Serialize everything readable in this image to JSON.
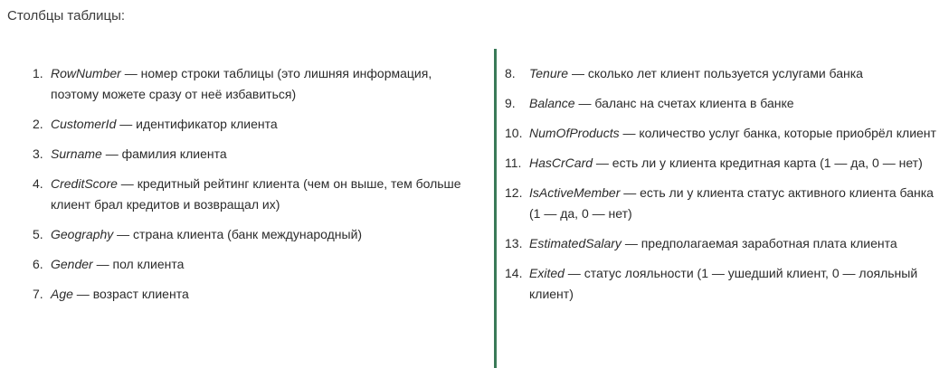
{
  "heading": "Столбцы таблицы:",
  "left_items": [
    {
      "num": "1.",
      "term": "RowNumber",
      "desc": " — номер строки таблицы (это лишняя информация, поэтому можете сразу от неё избавиться)"
    },
    {
      "num": "2.",
      "term": "CustomerId",
      "desc": " — идентификатор клиента"
    },
    {
      "num": "3.",
      "term": "Surname",
      "desc": " — фамилия клиента"
    },
    {
      "num": "4.",
      "term": "CreditScore",
      "desc": " — кредитный рейтинг клиента (чем он выше, тем больше клиент брал кредитов и возвращал их)"
    },
    {
      "num": "5.",
      "term": "Geography",
      "desc": " — страна клиента (банк международный)"
    },
    {
      "num": "6.",
      "term": "Gender",
      "desc": " — пол клиента"
    },
    {
      "num": "7.",
      "term": "Age",
      "desc": " — возраст клиента"
    }
  ],
  "right_items": [
    {
      "num": "8.",
      "term": "Tenure",
      "desc": " — сколько лет клиент пользуется услугами банка"
    },
    {
      "num": "9.",
      "term": "Balance",
      "desc": " — баланс на счетах клиента в банке"
    },
    {
      "num": "10.",
      "term": "NumOfProducts",
      "desc": " — количество услуг банка, которые приобрёл клиент"
    },
    {
      "num": "11.",
      "term": "HasCrCard",
      "desc": " — есть ли у клиента кредитная карта (1 — да, 0 — нет)"
    },
    {
      "num": "12.",
      "term": "IsActiveMember",
      "desc": " — есть ли у клиента статус активного клиента банка (1 — да, 0 — нет)"
    },
    {
      "num": "13.",
      "term": "EstimatedSalary",
      "desc": " — предполагаемая заработная плата клиента"
    },
    {
      "num": "14.",
      "term": "Exited",
      "desc": " — статус лояльности (1 — ушедший клиент, 0 — лояльный клиент)"
    }
  ],
  "divider_color": "#3a7a58"
}
